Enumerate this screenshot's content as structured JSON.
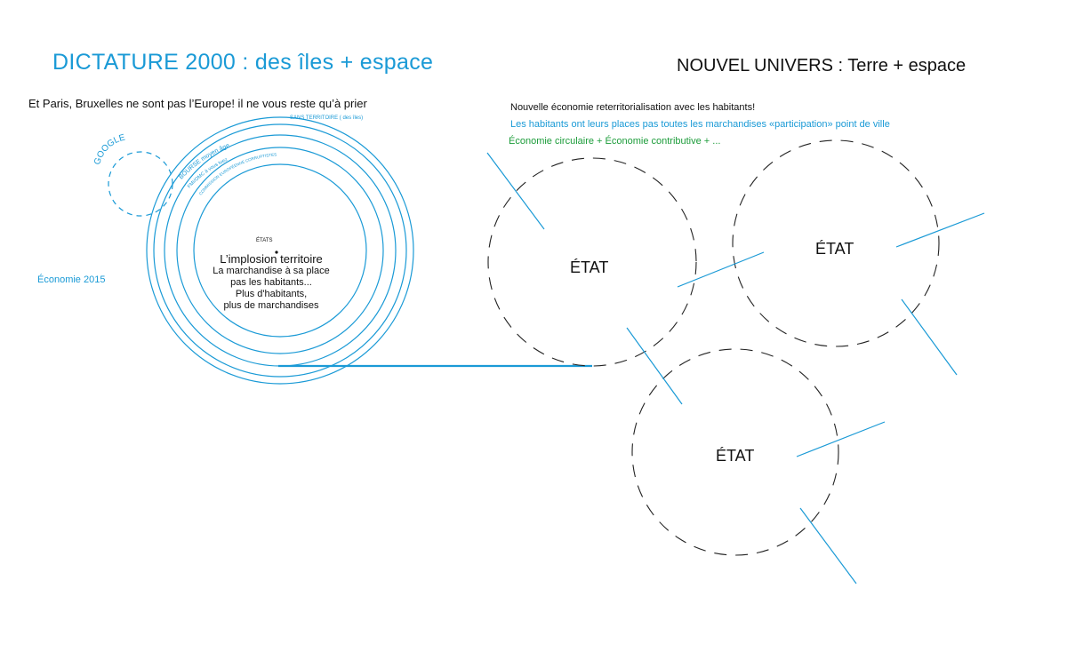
{
  "title_left": "DICTATURE 2000 : des îles + espace",
  "title_right": "NOUVEL UNIVERS : Terre + espace",
  "subtitle_left": "Et Paris, Bruxelles ne sont pas l’Europe! il ne vous reste qu’à prier",
  "notes": [
    "Nouvelle économie reterritorialisation avec les habitants!",
    "Les habitants ont leurs places pas toutes les marchandises «participation» point de ville",
    "Économie circulaire + Économie contributive + ..."
  ],
  "economy_label": "Économie 2015",
  "ring_labels": {
    "google": "GOOGLE",
    "sans_territoire": "SANS TERRITOIRE ( des îles)",
    "bourse": "BOURSE moyen âge",
    "fmi": "FMI/OMC à vous tuez",
    "commission": "COMMISSION EUROPÉENNE CORRUPTISTES"
  },
  "center": {
    "etats": "ÉTATS",
    "heading": "L’implosion territoire",
    "lines": [
      "La marchandise à sa place",
      "pas les habitants...",
      "Plus d'habitants,",
      "plus de marchandises"
    ]
  },
  "etat_labels": [
    "ÉTAT",
    "ÉTAT",
    "ÉTAT"
  ],
  "colors": {
    "blue": "#1a9ad6",
    "green": "#1c9c3a",
    "dash": "#222222"
  }
}
